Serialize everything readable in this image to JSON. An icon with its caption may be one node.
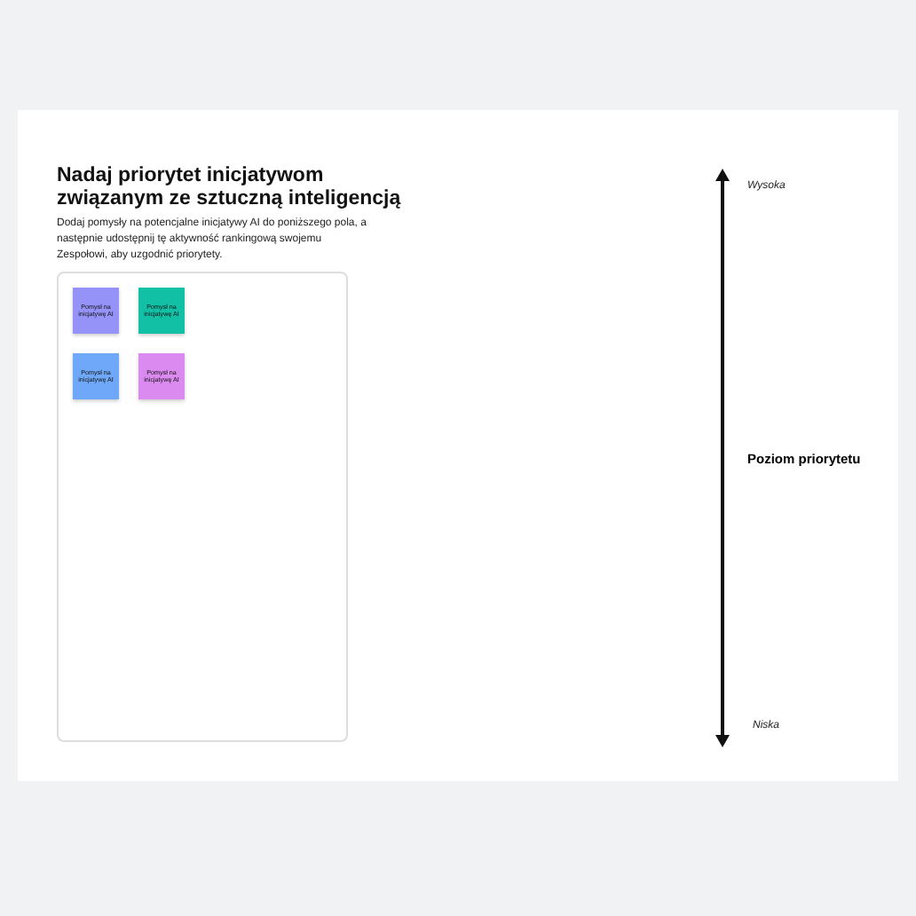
{
  "diagram": {
    "title": "Nadaj priorytet inicjatywom związanym ze sztuczną inteligencją",
    "nodes": [
      {
        "text": [],
        "shape": "box"
      },
      {
        "text": [
          "Pomysł na inicjatywę AI"
        ],
        "in": 0
      },
      {
        "text": [
          "Pomysł na inicjatywę AI"
        ],
        "in": 0
      },
      {
        "text": [
          "Pomysł na inicjatywę AI"
        ],
        "in": 0
      },
      {
        "text": [
          "Pomysł na inicjatywę AI"
        ],
        "in": 0
      }
    ],
    "edges": [],
    "labels": [
      "Dodaj pomysły na potencjalne inicjatywy AI do poniższego pola, a następnie udostępnij tę aktywność rankingową swojemu Zespołowi, aby uzgodnić priorytety.",
      "Wysoka",
      "Poziom priorytetu",
      "Niska"
    ]
  }
}
